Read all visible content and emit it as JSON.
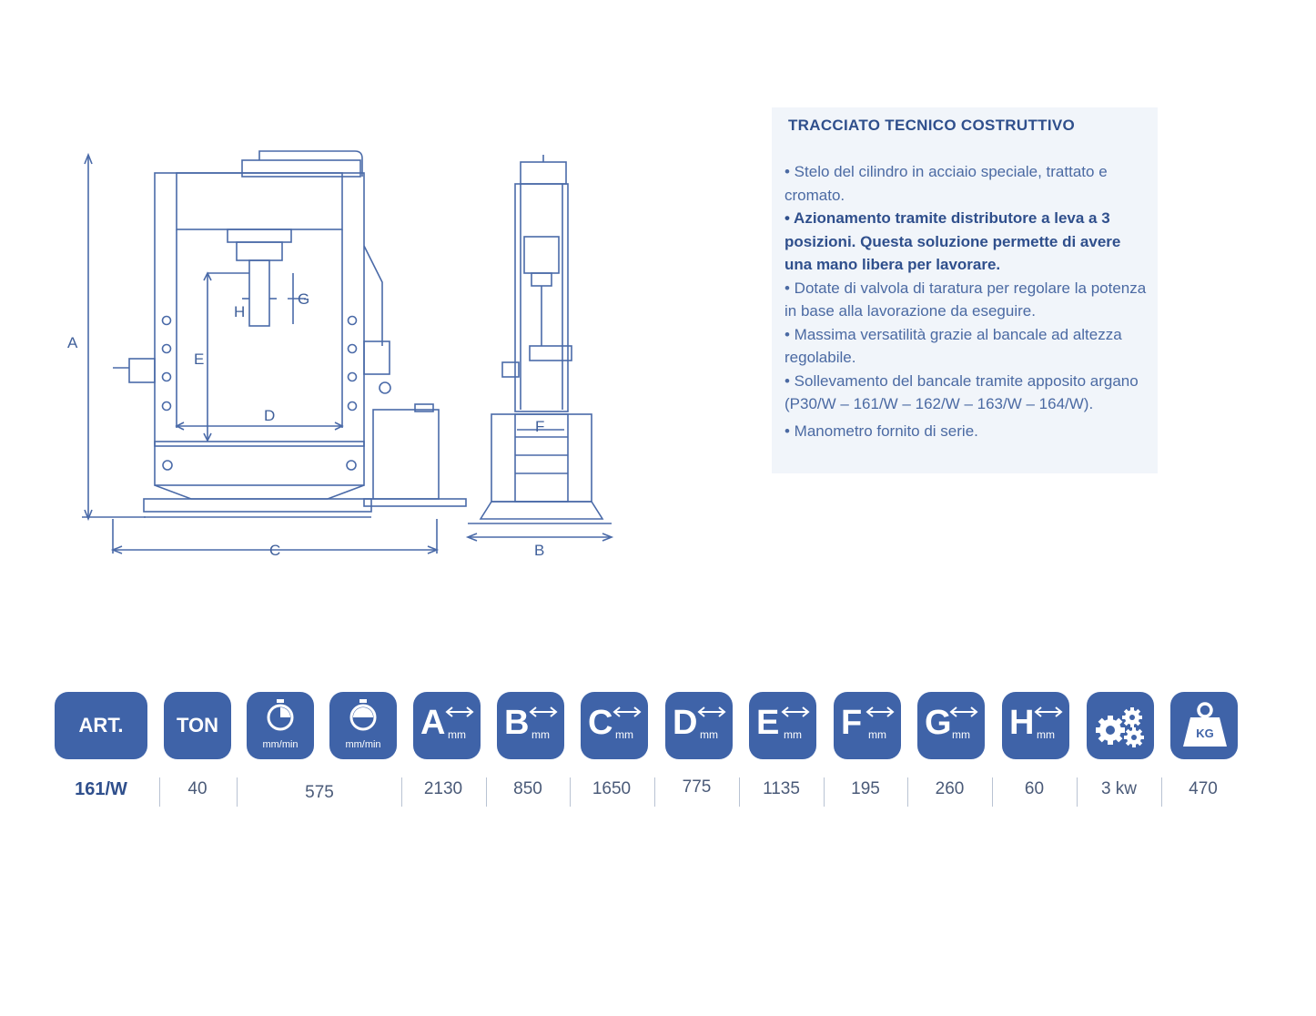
{
  "drawing": {
    "labels": {
      "A": "A",
      "B": "B",
      "C": "C",
      "D": "D",
      "E": "E",
      "F": "F",
      "G": "G",
      "H": "H"
    }
  },
  "spec": {
    "title": "TRACCIATO TECNICO COSTRUTTIVO",
    "items": [
      {
        "text": "• Stelo del cilindro in acciaio speciale, trattato e cromato.",
        "bold": false
      },
      {
        "text": "• Azionamento tramite distributore a leva a 3 posizioni. Questa soluzione permette di avere una mano libera per lavorare.",
        "bold": true
      },
      {
        "text": "• Dotate di valvola di taratura per regolare la potenza in base alla lavorazione da eseguire.",
        "bold": false
      },
      {
        "text": "• Massima versatilità grazie al bancale ad altezza regolabile.",
        "bold": false
      },
      {
        "text": "• Sollevamento del bancale tramite apposito argano (P30/W – 161/W – 162/W – 163/W – 164/W).",
        "bold": false
      },
      {
        "text": "• Manometro fornito di serie.",
        "bold": false
      }
    ]
  },
  "icons": {
    "art": "ART.",
    "ton": "TON",
    "speed1_unit": "mm/min",
    "speed2_unit": "mm/min",
    "letters": [
      "A",
      "B",
      "C",
      "D",
      "E",
      "F",
      "G",
      "H"
    ],
    "mm": "mm",
    "kg": "KG",
    "gears_icon": "gears-icon",
    "weight_icon": "weight-icon",
    "color": "#3f63a8"
  },
  "values": {
    "art": "161/W",
    "ton": "40",
    "speed": "575",
    "A": "2130",
    "B": "850",
    "C": "1650",
    "D": "775",
    "E": "1135",
    "F": "195",
    "G": "260",
    "H": "60",
    "power": "3 kw",
    "weight": "470"
  }
}
